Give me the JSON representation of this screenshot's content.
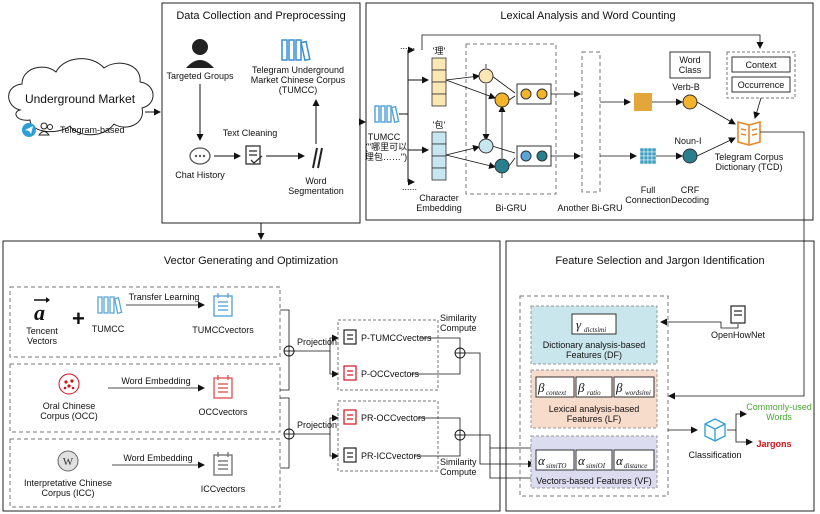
{
  "colors": {
    "green": "#4aa832",
    "red": "#d0121b",
    "telegram": "#2a9fd8",
    "blue_icon": "#3a8fd0",
    "orange_icon": "#e8892b",
    "tumcc_blue": "#5aa6d8",
    "gold": "#f3b32a",
    "teal": "#2a7f8f",
    "df_fill": "#c9e6ec",
    "lf_fill": "#f8dccb",
    "vf_fill": "#dcdcf0"
  },
  "sections": {
    "dcp": "Data Collection and Preprocessing",
    "lawc": "Lexical Analysis and Word Counting",
    "vgo": "Vector Generating and Optimization",
    "fsji": "Feature Selection and Jargon Identification"
  },
  "underground": {
    "title": "Underground Market",
    "telegram": "Telegram-based"
  },
  "dcp": {
    "targeted": "Targeted Groups",
    "corpus": [
      "Telegram Underground",
      "Market Chinese Corpus",
      "(TUMCC)"
    ],
    "text_cleaning": "Text Cleaning",
    "chat_history": "Chat History",
    "word_seg": [
      "Word",
      "Segmentation"
    ]
  },
  "lawc": {
    "dots": "......",
    "char1": "'理'",
    "char2": "'包'",
    "tumcc": [
      "TUMCC",
      "(\"哪里可以",
      "理包……\")"
    ],
    "char_emb": [
      "Character",
      "Embedding"
    ],
    "bigru": "Bi-GRU",
    "another_bigru": "Another Bi-GRU",
    "word_class": [
      "Word",
      "Class"
    ],
    "context": "Context",
    "occurrence": "Occurrence",
    "verb_b": "Verb-B",
    "noun_i": "Noun-I",
    "full_conn": [
      "Full",
      "Connection"
    ],
    "crf": [
      "CRF",
      "Decoding"
    ],
    "tcd": [
      "Telegram Corpus",
      "Dictionary (TCD)"
    ]
  },
  "vgo": {
    "tencent": [
      "Tencent",
      "Vectors"
    ],
    "tumcc": "TUMCC",
    "transfer": "Transfer Learning",
    "tumccvectors": "TUMCCvectors",
    "occ": [
      "Oral Chinese",
      "Corpus (OCC)"
    ],
    "word_emb": "Word Embedding",
    "occvectors": "OCCvectors",
    "icc": [
      "Interpretative Chinese",
      "Corpus (ICC)"
    ],
    "iccvectors": "ICCvectors",
    "projection": "Projection",
    "p_tumcc": "P-TUMCCvectors",
    "p_occ": "P-OCCvectors",
    "pr_occ": "PR-OCCvectors",
    "pr_icc": "PR-ICCvectors",
    "similarity": [
      "Similarity",
      "Compute"
    ]
  },
  "fsji": {
    "df": [
      "Dictionary analysis-based",
      "Features (DF)"
    ],
    "lf": [
      "Lexical analysis-based",
      "Features (LF)"
    ],
    "vf": "Vectors-based Features (VF)",
    "openhownet": "OpenHowNet",
    "classification": "Classification",
    "common": [
      "Commonly-used",
      "Words"
    ],
    "jargons": "Jargons",
    "gamma": "γ",
    "gamma_sub": "dictsimi",
    "beta": "β",
    "beta_subs": [
      "context",
      "ratio",
      "wordsimi"
    ],
    "alpha": "α",
    "alpha_subs": [
      "simiTO",
      "simiOI",
      "distance"
    ]
  }
}
